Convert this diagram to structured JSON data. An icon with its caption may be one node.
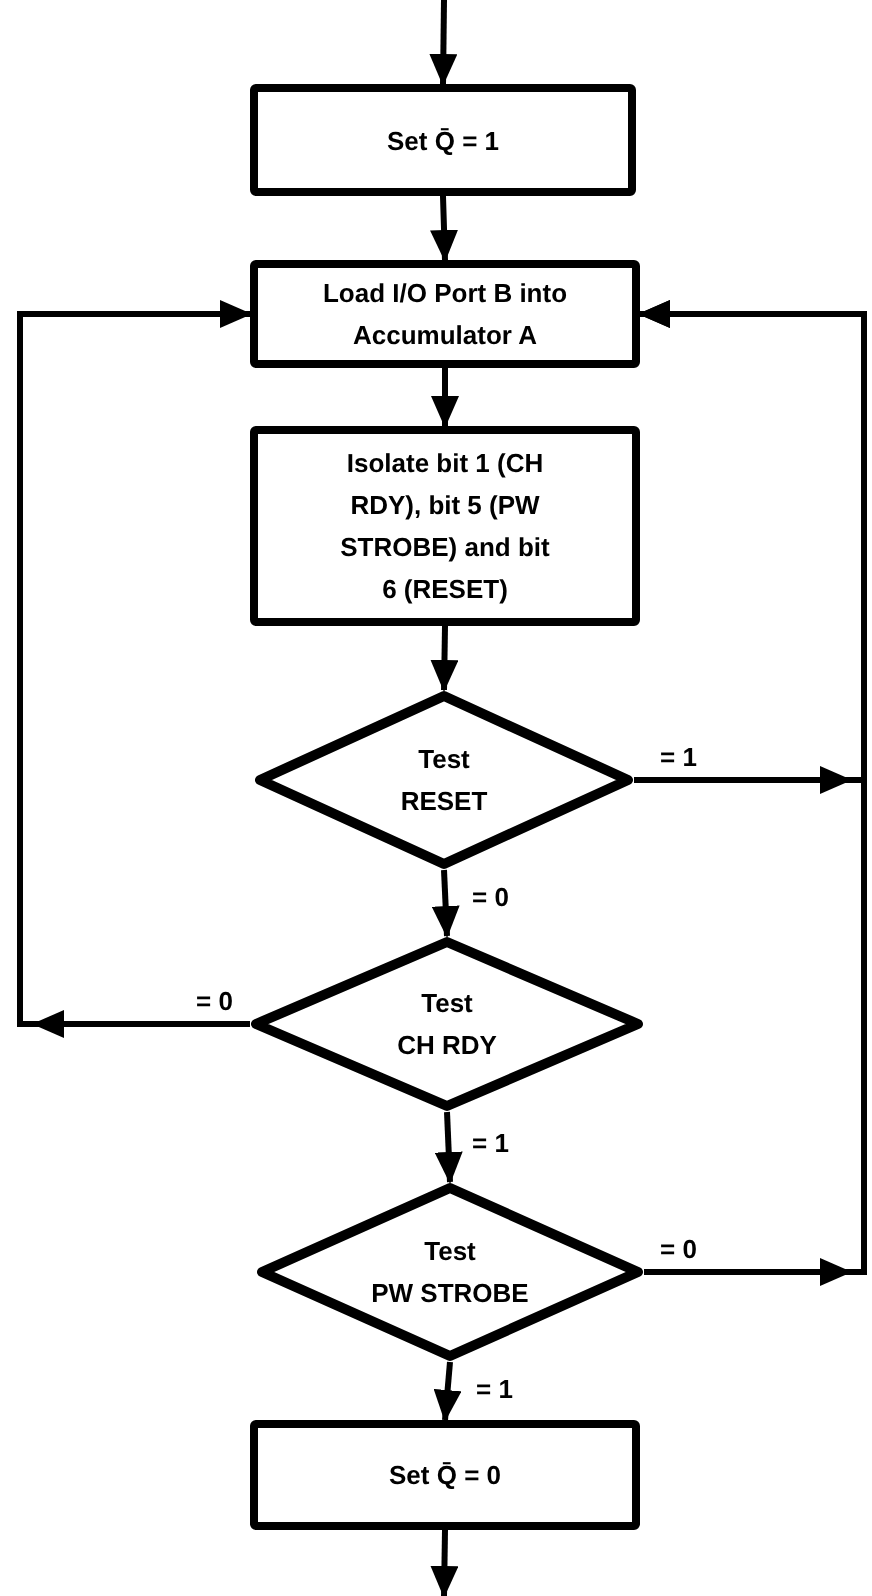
{
  "diagram": {
    "nodes": [
      {
        "text": [
          "Set Q̄ = 1"
        ]
      },
      {
        "text": [
          "Load I/O Port B into Accumulator A"
        ]
      },
      {
        "text": [
          "Isolate bit 1 (CH RDY), bit 5 (PW STROBE) and bit 6 (RESET)"
        ]
      },
      {
        "text": [
          "Test",
          "RESET"
        ]
      },
      {
        "text": [
          "Test",
          "CH RDY"
        ]
      },
      {
        "text": [
          "Test",
          "PW STROBE"
        ]
      },
      {
        "text": [
          "Set Q̄ = 0"
        ]
      }
    ],
    "edges": [
      {
        "from": null,
        "to": 0,
        "arrow": "to"
      },
      {
        "from": 0,
        "to": 1,
        "arrow": "to"
      },
      {
        "from": 1,
        "to": 2,
        "arrow": "to"
      },
      {
        "from": 2,
        "to": 3,
        "arrow": "to"
      },
      {
        "from": 3,
        "to": 1,
        "arrow": "to",
        "label": "= 1"
      },
      {
        "from": 3,
        "to": 4,
        "arrow": "to",
        "label": "= 0"
      },
      {
        "from": 4,
        "to": 1,
        "arrow": "to",
        "label": "= 0"
      },
      {
        "from": 4,
        "to": 5,
        "arrow": "to",
        "label": "= 1"
      },
      {
        "from": 5,
        "to": 1,
        "arrow": "to",
        "label": "= 0"
      },
      {
        "from": 5,
        "to": 6,
        "arrow": "to",
        "label": "= 1"
      },
      {
        "from": 6,
        "to": null,
        "arrow": "to"
      }
    ]
  }
}
